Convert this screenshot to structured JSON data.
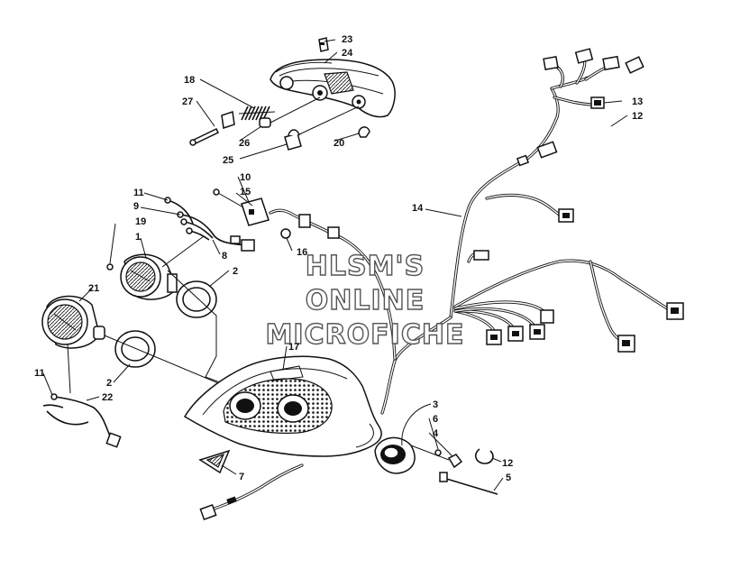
{
  "watermark": {
    "line1": "HLSM'S",
    "line2": "ONLINE",
    "line3": "MICROFICHE"
  },
  "callouts": {
    "c1": "1",
    "c2a": "2",
    "c2b": "2",
    "c3": "3",
    "c4": "4",
    "c5": "5",
    "c6": "6",
    "c7": "7",
    "c8": "8",
    "c9": "9",
    "c10": "10",
    "c11a": "11",
    "c11b": "11",
    "c12a": "12",
    "c12b": "12",
    "c13": "13",
    "c14": "14",
    "c15": "15",
    "c16": "16",
    "c17": "17",
    "c18": "18",
    "c19": "19",
    "c20": "20",
    "c21": "21",
    "c22": "22",
    "c23": "23",
    "c24": "24",
    "c25": "25",
    "c26": "26",
    "c27": "27"
  }
}
